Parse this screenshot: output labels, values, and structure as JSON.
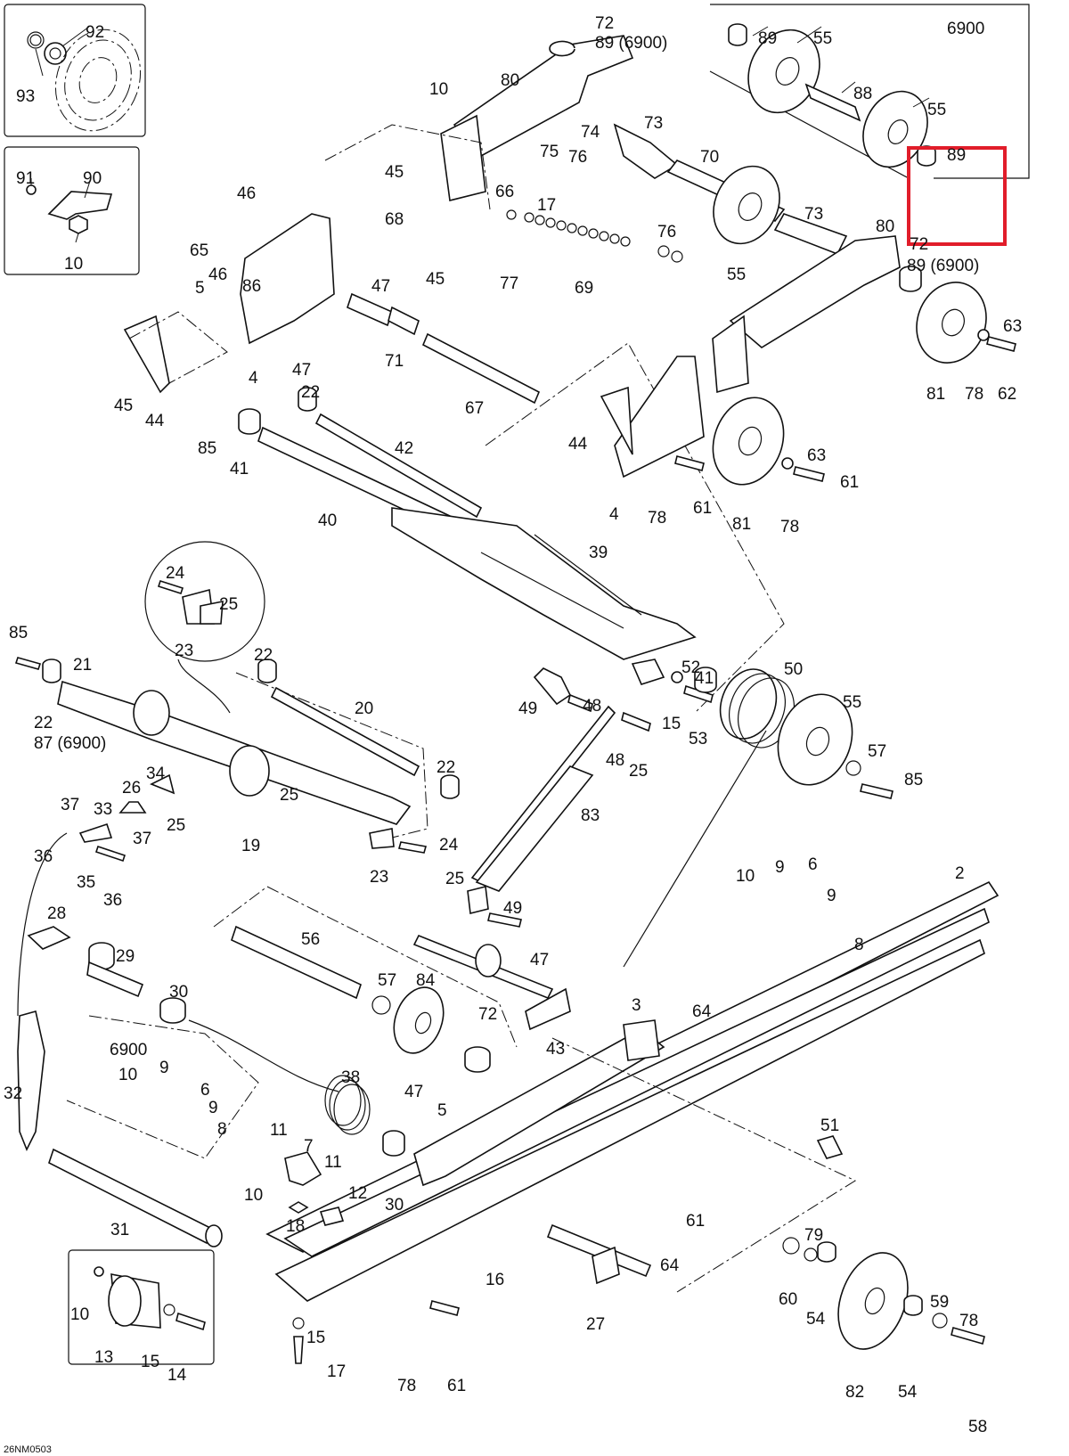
{
  "diagram": {
    "reference_code": "26NM0503",
    "highlight_color": "#e11d2a",
    "line_color": "#111111",
    "callouts": {
      "c92": "92",
      "c93": "93",
      "c91": "91",
      "c90": "90",
      "c10a": "10",
      "c72a": "72",
      "c89a": "89 (6900)",
      "c80a": "80",
      "c10b": "10",
      "c74": "74",
      "c73a": "73",
      "c75": "75",
      "c76a": "76",
      "c45a": "45",
      "c66": "66",
      "c17a": "17",
      "c70": "70",
      "c73b": "73",
      "c46a": "46",
      "c68": "68",
      "c65": "65",
      "c86": "86",
      "c47a": "47",
      "c45b": "45",
      "c76b": "76",
      "c77": "77",
      "c69": "69",
      "c55a": "55",
      "c46b": "46",
      "c5a": "5",
      "c71": "71",
      "c47b": "47",
      "c4a": "4",
      "c45c": "45",
      "c44a": "44",
      "c67": "67",
      "c80b": "80",
      "c72b": "72",
      "c89b": "89 (6900)",
      "c63a": "63",
      "c81a": "81",
      "c78a": "78",
      "c62": "62",
      "c6900box": "6900",
      "c89c": "89",
      "c55b": "55",
      "c88": "88",
      "c55c": "55",
      "c89d": "89",
      "c22a": "22",
      "c85a": "85",
      "c41a": "41",
      "c42": "42",
      "c40": "40",
      "c44b": "44",
      "c63b": "63",
      "c61a": "61",
      "c4b": "4",
      "c78b": "78",
      "c61b": "61",
      "c81b": "81",
      "c78c": "78",
      "c39": "39",
      "c24a": "24",
      "c25a": "25",
      "c23a": "23",
      "c22b": "22",
      "c85b": "85",
      "c21": "21",
      "c22c": "22",
      "c87": "87 (6900)",
      "c20": "20",
      "c52": "52",
      "c41b": "41",
      "c50": "50",
      "c49a": "49",
      "c48a": "48",
      "c15a": "15",
      "c53": "53",
      "c55d": "55",
      "c48b": "48",
      "c25b": "25",
      "c57a": "57",
      "c85c": "85",
      "c22d": "22",
      "c34": "34",
      "c26": "26",
      "c37a": "37",
      "c33": "33",
      "c25c": "25",
      "c83": "83",
      "c36a": "36",
      "c37b": "37",
      "c35": "35",
      "c36b": "36",
      "c19": "19",
      "c25d": "25",
      "c23b": "23",
      "c24b": "24",
      "c10c": "10",
      "c9a": "9",
      "c6a": "6",
      "c9b": "9",
      "c8a": "8",
      "c2": "2",
      "c25e": "25",
      "c49b": "49",
      "c28": "28",
      "c56": "56",
      "c29": "29",
      "c47c": "47",
      "c57b": "57",
      "c84": "84",
      "c30a": "30",
      "c3": "3",
      "c64a": "64",
      "c43": "43",
      "c32": "32",
      "c6900inner": "6900",
      "c10d": "10",
      "c9c": "9",
      "c6b": "6",
      "c9d": "9",
      "c8b": "8",
      "c72c": "72",
      "c38": "38",
      "c47d": "47",
      "c5b": "5",
      "c51": "51",
      "c11a": "11",
      "c7": "7",
      "c11b": "11",
      "c10e": "10",
      "c12": "12",
      "c30b": "30",
      "c61c": "61",
      "c18": "18",
      "c31": "31",
      "c79": "79",
      "c16": "16",
      "c64b": "64",
      "c60": "60",
      "c54a": "54",
      "c27": "27",
      "c59": "59",
      "c78d": "78",
      "c10f": "10",
      "c13": "13",
      "c15b": "15",
      "c14": "14",
      "c15c": "15",
      "c17b": "17",
      "c78e": "78",
      "c61d": "61",
      "c82": "82",
      "c54b": "54",
      "c58": "58"
    }
  }
}
